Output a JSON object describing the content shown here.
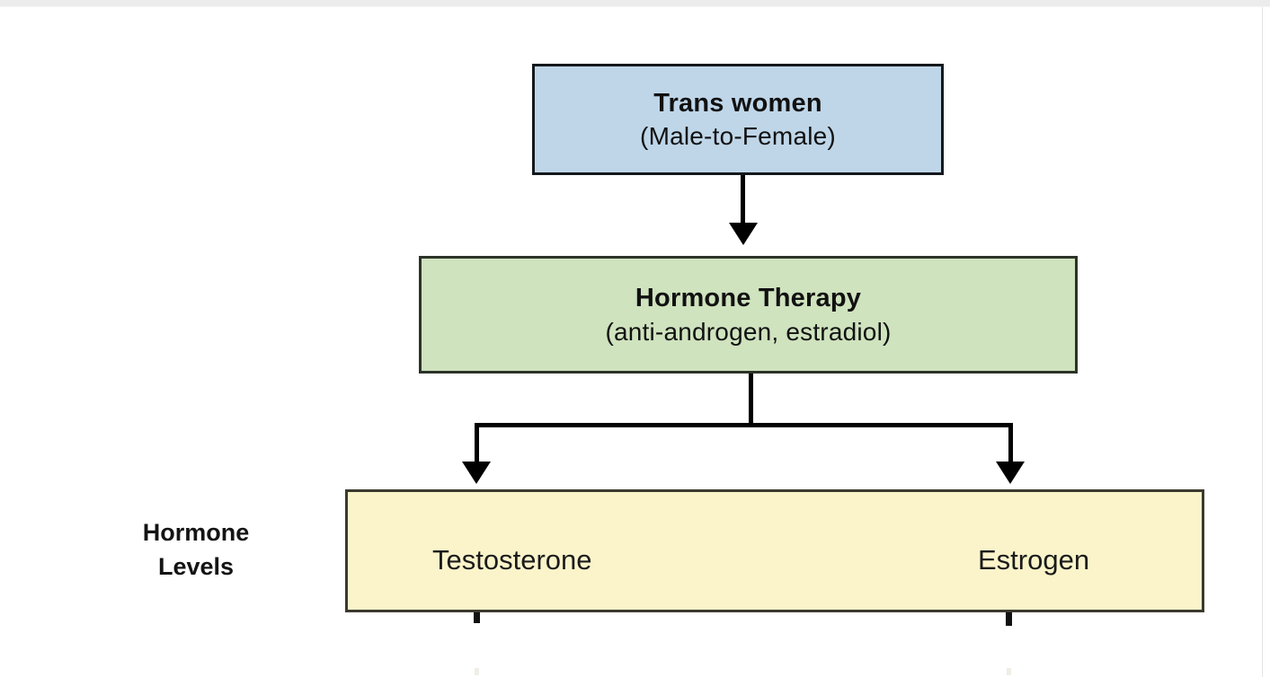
{
  "diagram": {
    "title_caption": "Hormone Levels",
    "nodes": {
      "trans_women": {
        "line1": "Trans women",
        "line2": "(Male-to-Female)",
        "fill": "#bfd6e8"
      },
      "hormone_therapy": {
        "line1": "Hormone Therapy",
        "line2": "(anti-androgen, estradiol)",
        "fill": "#cfe3be"
      },
      "hormone_levels": {
        "fill": "#fbf4ca",
        "labels": {
          "left": "Testosterone",
          "right": "Estrogen"
        }
      }
    },
    "caption_lines": {
      "line1": "Hormone",
      "line2": "Levels"
    },
    "connectors": {
      "stroke": "#000000",
      "arrow_down_label": "arrow-down"
    }
  }
}
